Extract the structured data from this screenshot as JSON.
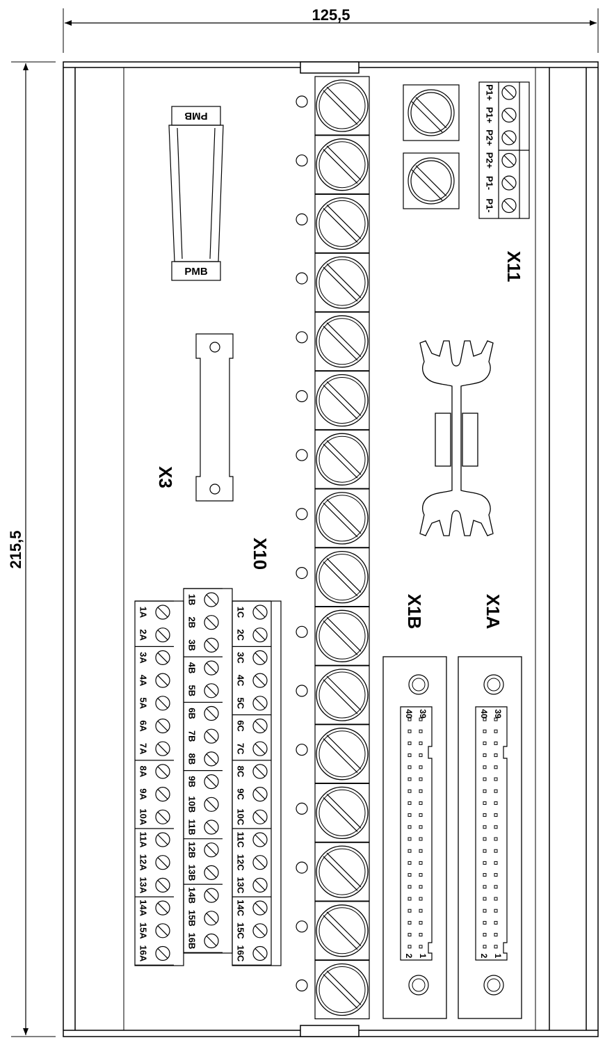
{
  "dimensions": {
    "width_label": "125,5",
    "height_label": "215,5"
  },
  "labels": {
    "x11": "X11",
    "x3": "X3",
    "x10": "X10",
    "x1b": "X1B",
    "x1a": "X1A",
    "pmb_top": "PMB",
    "pmb_bottom": "PMB"
  },
  "x11_terminals": [
    "P1+",
    "P1+",
    "P2+",
    "P2+",
    "P1-",
    "P1-"
  ],
  "col_a": [
    "1A",
    "2A",
    "3A",
    "4A",
    "5A",
    "6A",
    "7A",
    "8A",
    "9A",
    "10A",
    "11A",
    "12A",
    "13A",
    "14A",
    "15A",
    "16A"
  ],
  "col_b": [
    "1B",
    "2B",
    "3B",
    "4B",
    "5B",
    "6B",
    "7B",
    "8B",
    "9B",
    "10B",
    "11B",
    "12B",
    "13B",
    "14B",
    "15B",
    "16B"
  ],
  "col_c": [
    "1C",
    "2C",
    "3C",
    "4C",
    "5C",
    "6C",
    "7C",
    "8C",
    "9C",
    "10C",
    "11C",
    "12C",
    "13C",
    "14C",
    "15C",
    "16C"
  ],
  "header_pins": {
    "top_odd": "39",
    "top_even": "40",
    "bottom_odd": "1",
    "bottom_even": "2"
  },
  "power_terminal_count": 16,
  "colors": {
    "line": "#000000",
    "background": "#ffffff"
  }
}
